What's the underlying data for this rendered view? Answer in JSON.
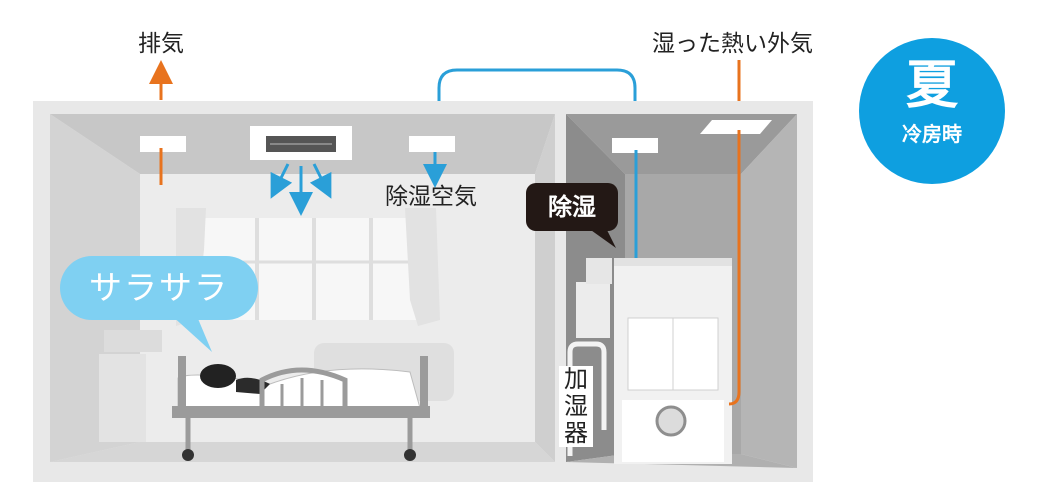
{
  "labels": {
    "exhaust": "排気",
    "humid_outside_air": "湿った熱い外気",
    "dehumidified_air": "除湿空気"
  },
  "badge": {
    "season": "夏",
    "mode": "冷房時"
  },
  "bubbles": {
    "dehumidify": "除湿",
    "sarasara": "サラサラ"
  },
  "humidifier": {
    "chars": [
      "加",
      "湿",
      "器"
    ]
  },
  "colors": {
    "duct_blue": "#2a9fd8",
    "outside_air_orange": "#e8731e",
    "badge_blue": "#0e9fe0",
    "bubble_light_blue": "#7fd0f2",
    "bubble_dark": "#231815"
  }
}
